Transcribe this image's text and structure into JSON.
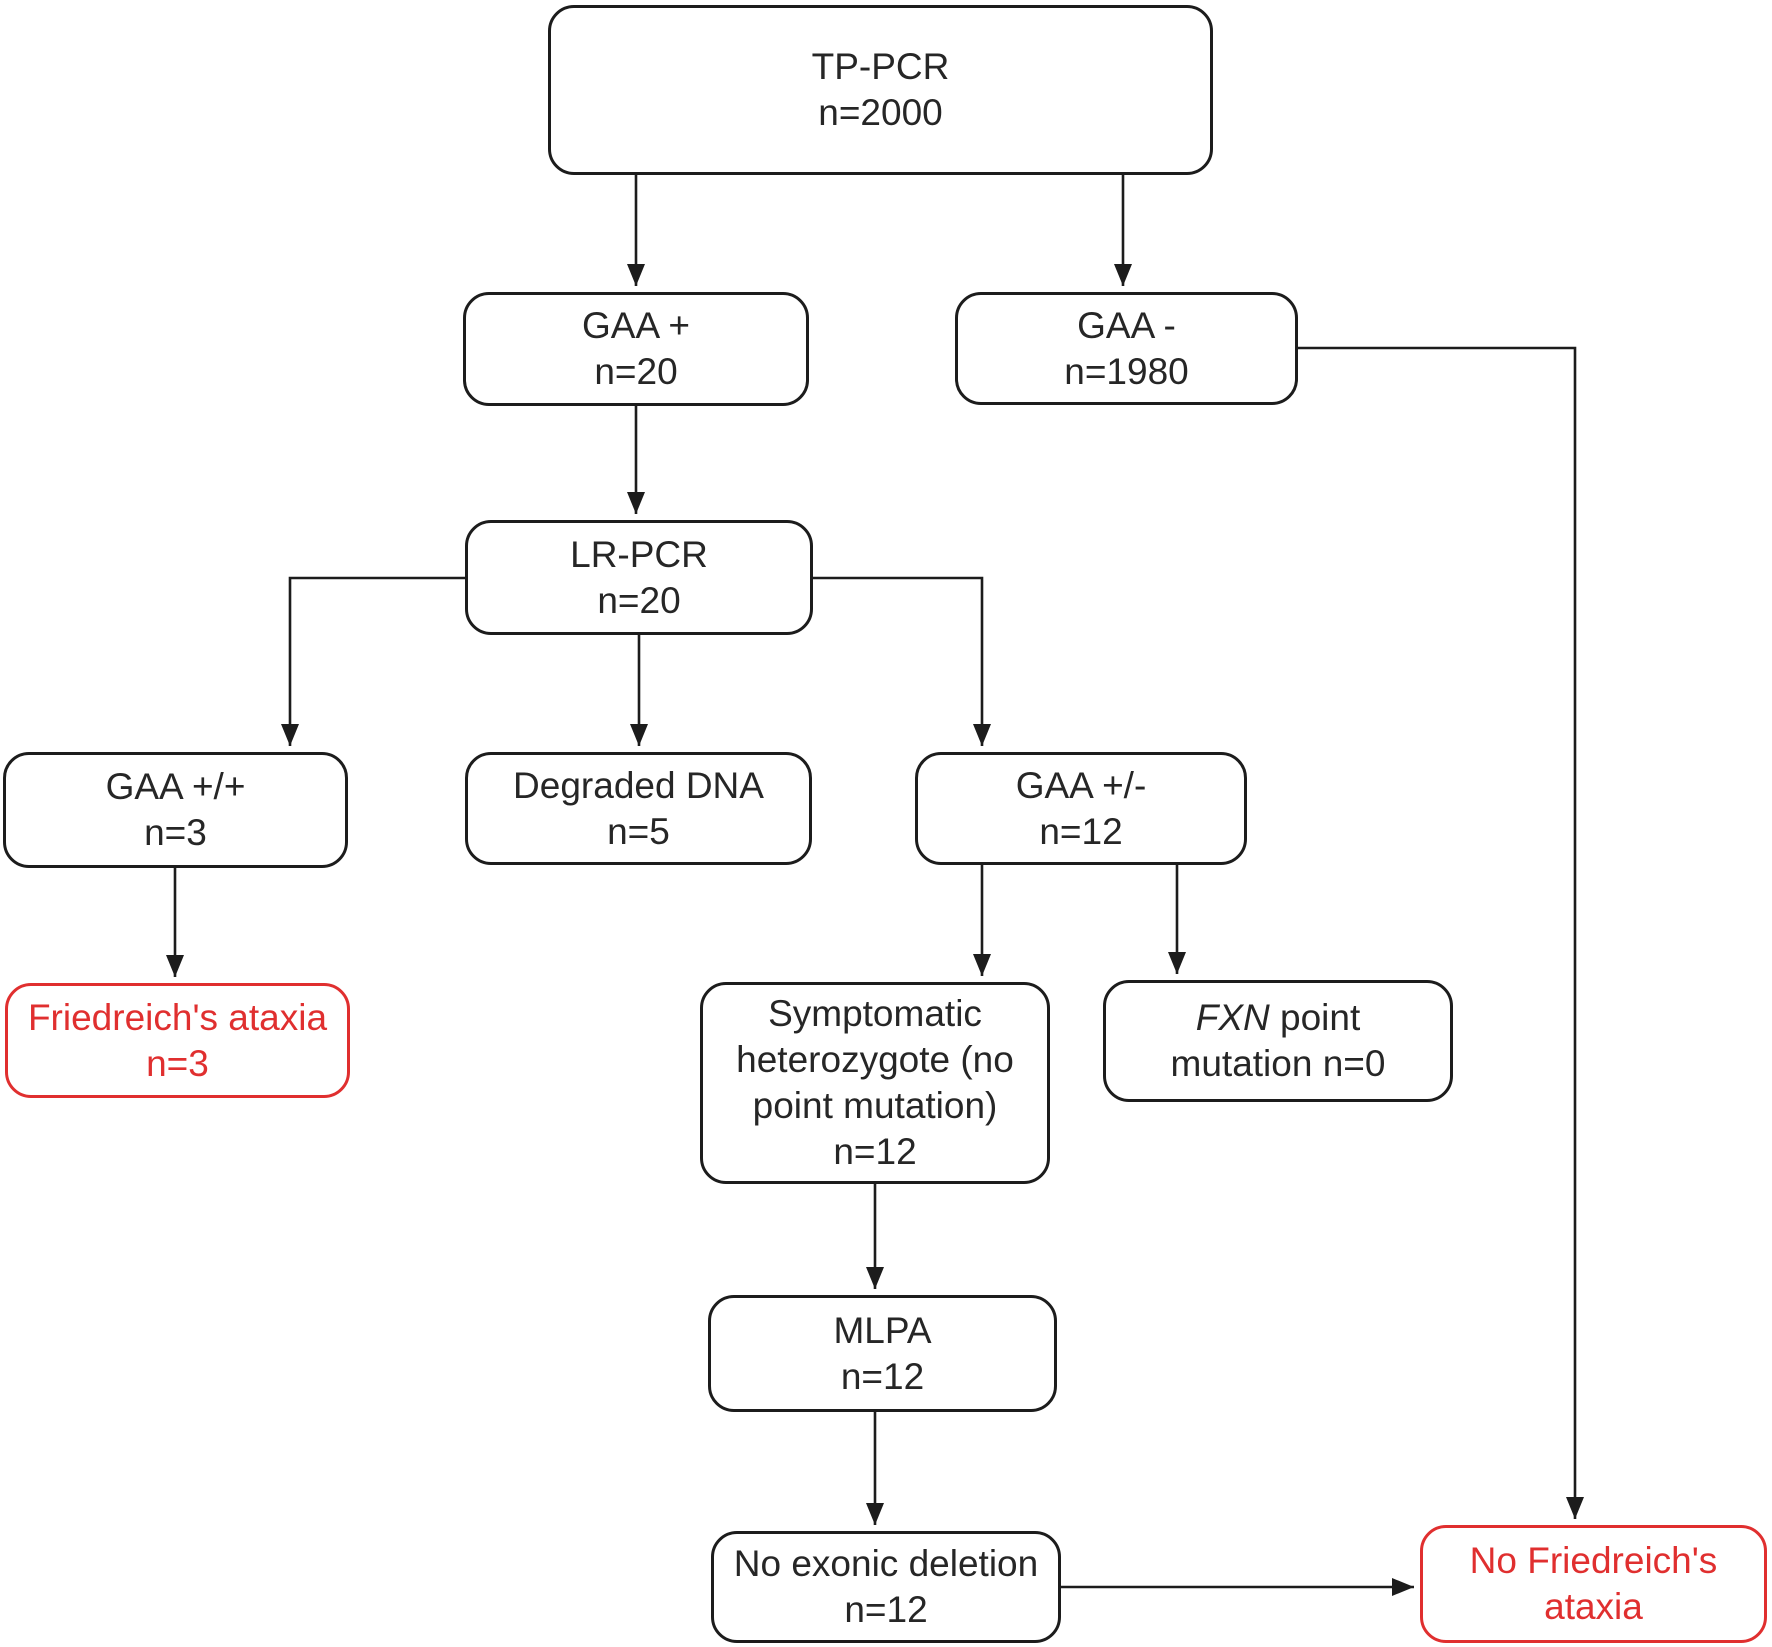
{
  "colors": {
    "ink": "#1c1c1c",
    "red": "#e02f2f"
  },
  "nodes": {
    "tp_pcr": {
      "lines": [
        "TP-PCR",
        "n=2000"
      ]
    },
    "gaa_pos": {
      "lines": [
        "GAA +",
        "n=20"
      ]
    },
    "gaa_neg": {
      "lines": [
        "GAA -",
        "n=1980"
      ]
    },
    "lr_pcr": {
      "lines": [
        "LR-PCR",
        "n=20"
      ]
    },
    "gaa_pp": {
      "lines": [
        "GAA +/+",
        "n=3"
      ]
    },
    "degraded": {
      "lines": [
        "Degraded DNA",
        "n=5"
      ]
    },
    "gaa_pm": {
      "lines": [
        "GAA +/-",
        "n=12"
      ]
    },
    "friedreich": {
      "lines": [
        "Friedreich's ataxia",
        "n=3"
      ]
    },
    "symptomatic": {
      "lines": [
        "Symptomatic",
        "heterozygote (no",
        "point mutation)",
        "n=12"
      ]
    },
    "fxn": {
      "gene": "FXN",
      "rest": " point",
      "line2": "mutation n=0"
    },
    "mlpa": {
      "lines": [
        "MLPA",
        "n=12"
      ]
    },
    "no_exonic": {
      "lines": [
        "No exonic deletion",
        "n=12"
      ]
    },
    "no_friedreich": {
      "lines": [
        "No Friedreich's",
        "ataxia"
      ]
    }
  }
}
